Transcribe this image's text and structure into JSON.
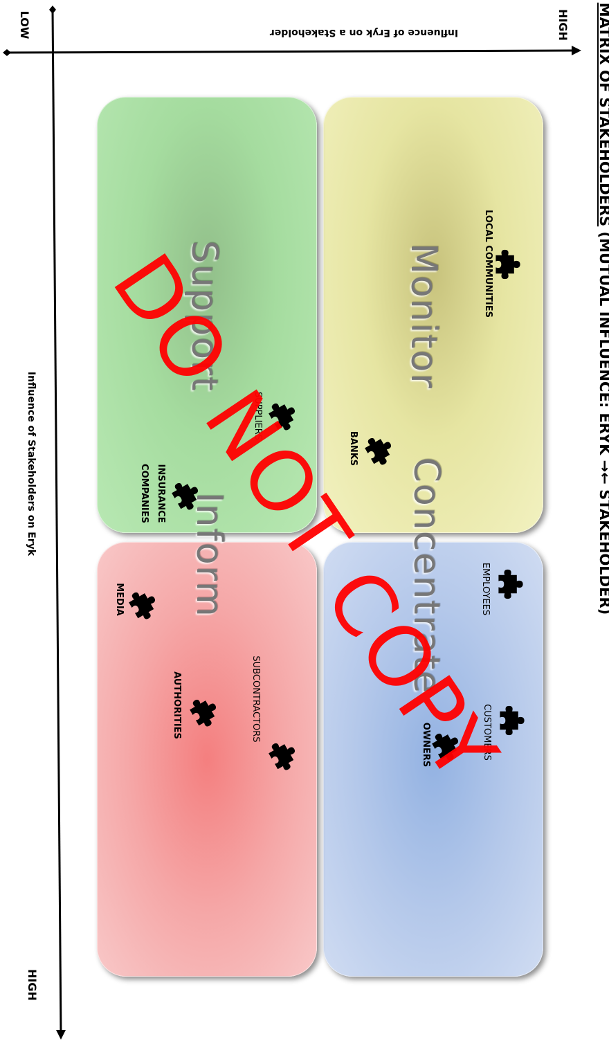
{
  "title": {
    "underlined": "MATRIX OF STAKEHOLDERS",
    "rest": " (MUTUAL INFLUENCE: ERYK →← STAKEHOLDER)"
  },
  "axes": {
    "horizontal_label": "Influence of Eryk on a Stakeholder",
    "vertical_label": "Influence of Stakeholders on Eryk",
    "top_low": "LOW",
    "top_high": "HIGH",
    "bottom_high": "HIGH"
  },
  "quadrants": {
    "monitor": {
      "name": "Monitor",
      "color": "#e9e8a0"
    },
    "support": {
      "name": "Support",
      "color": "#9ed89a"
    },
    "concentrate": {
      "name": "Concentrate",
      "color": "#a9c0e6"
    },
    "inform": {
      "name": "Inform",
      "color": "#f49c9c"
    }
  },
  "stakeholders": {
    "local_communities": "LOCAL COMMUNITIES",
    "suppliers": "SUPPLIERS",
    "insurance_line1": "INSURANCE",
    "insurance_line2": "COMPANIES",
    "banks": "BANKS",
    "employees": "EMPLOYEES",
    "customers": "CUSTOMERS",
    "owners": "OWNERS",
    "subcontractors": "SUBCONTRACTORS",
    "authorities": "AUTHORITIES",
    "media": "MEDIA"
  },
  "watermark": "DO NOT COPY",
  "icons": {
    "stakeholder": "puzzle-piece-icon"
  }
}
